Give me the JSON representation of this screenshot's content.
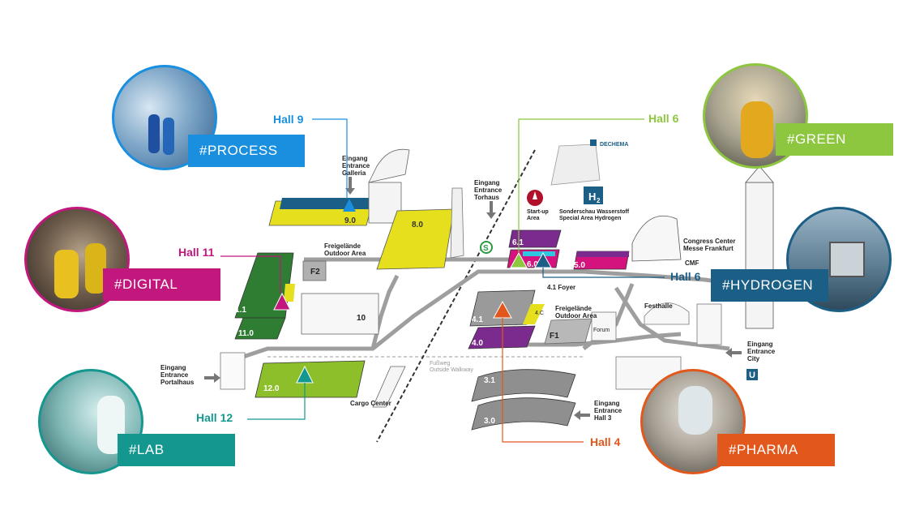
{
  "colors": {
    "process": "#1a8fe0",
    "digital": "#c2177c",
    "lab": "#13978f",
    "green": "#8dc63f",
    "hydrogen": "#1b5e86",
    "pharma": "#e2581c",
    "hall_dark_green": "#2e7d32",
    "hall_light_green": "#8cbf2a",
    "hall_yellow": "#e5df1e",
    "hall_purple": "#7b2a8e",
    "hall_magenta": "#d4137e",
    "hall_gray": "#9a9a9a"
  },
  "tags": {
    "process": "#PROCESS",
    "digital": "#DIGITAL",
    "lab": "#LAB",
    "green": "#GREEN",
    "hydrogen": "#HYDROGEN",
    "pharma": "#PHARMA"
  },
  "hall_labels": {
    "hall9": "Hall 9",
    "hall11": "Hall 11",
    "hall12": "Hall 12",
    "hall6_top": "Hall 6",
    "hall6_right": "Hall 6",
    "hall4": "Hall 4"
  },
  "halls": {
    "h9": "9.0",
    "h8": "8.0",
    "h11_1": "11.1",
    "h11_0": "11.0",
    "h12": "12.0",
    "h10": "10",
    "f2": "F2",
    "f1": "F1",
    "h6_1": "6.1",
    "h6_0": "6.0",
    "h5": "5.0",
    "h4_1": "4.1",
    "h4_0": "4.0",
    "h4c": "4.C",
    "h3_1": "3.1",
    "h3_0": "3.0",
    "forum": "Forum",
    "festhalle": "Festhalle",
    "cmf": "CMF",
    "foyer": "4.1 Foyer"
  },
  "map_text": {
    "galleria_1": "Eingang",
    "galleria_2": "Entrance",
    "galleria_3": "Galleria",
    "torhaus_1": "Eingang",
    "torhaus_2": "Entrance",
    "torhaus_3": "Torhaus",
    "portal_1": "Eingang",
    "portal_2": "Entrance",
    "portal_3": "Portalhaus",
    "city_1": "Eingang",
    "city_2": "Entrance",
    "city_3": "City",
    "hall3_1": "Eingang",
    "hall3_2": "Entrance",
    "hall3_3": "Hall 3",
    "outdoor_left_1": "Freigelände",
    "outdoor_left_2": "Outdoor Area",
    "outdoor_right_1": "Freigelände",
    "outdoor_right_2": "Outdoor Area",
    "congress_1": "Congress Center",
    "congress_2": "Messe Frankfurt",
    "startup_1": "Start-up",
    "startup_2": "Area",
    "sonder_1": "Sonderschau Wasserstoff",
    "sonder_2": "Special Area Hydrogen",
    "dechema": "DECHEMA",
    "h2": "H",
    "h2_sub": "2",
    "fussweg_1": "Fußweg",
    "fussweg_2": "Outside Walkway",
    "cargo": "Cargo Center",
    "s_bahn": "S",
    "u_bahn": "U"
  }
}
